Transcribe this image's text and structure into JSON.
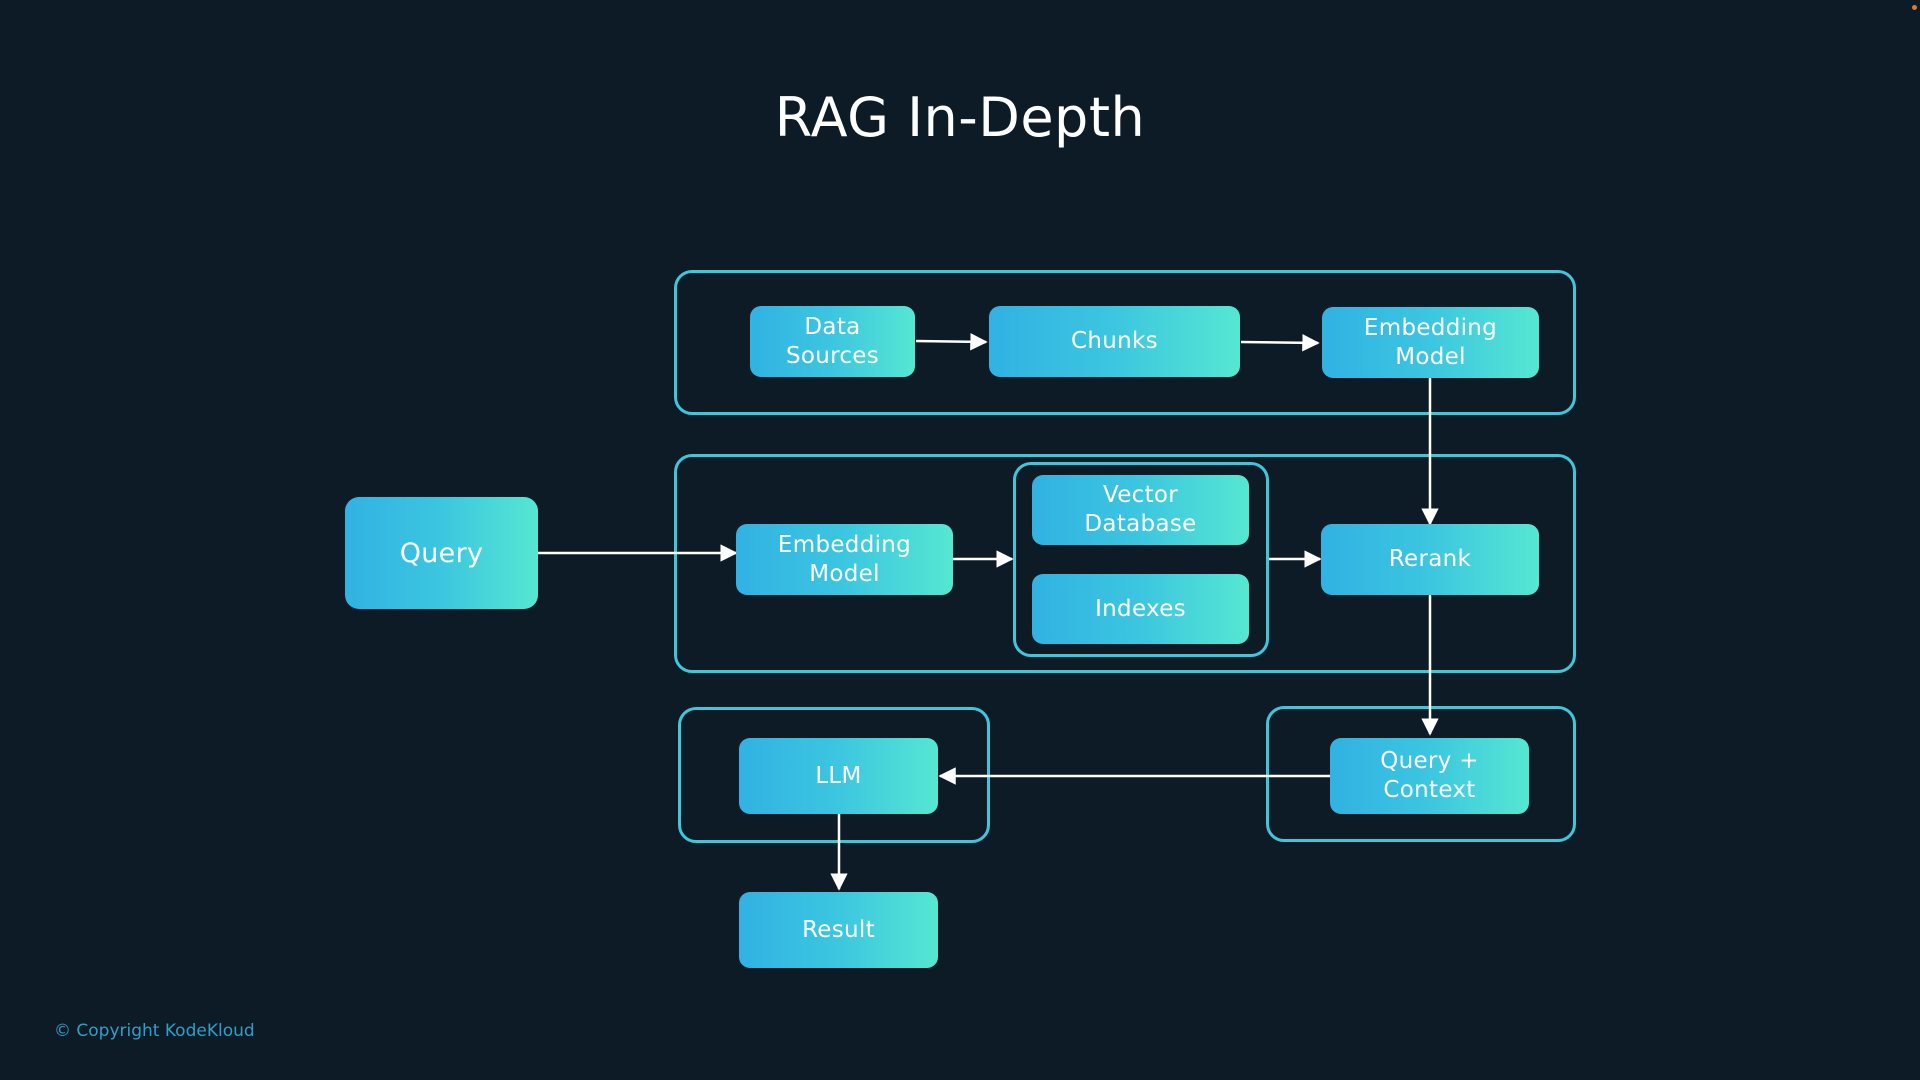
{
  "slide": {
    "title": "RAG In-Depth",
    "copyright": "© Copyright KodeKloud"
  },
  "colors": {
    "background": "#0c1b26",
    "group_border": "#3fc6da",
    "node_gradient_start": "#31b2e3",
    "node_gradient_end": "#56e7d2",
    "connector": "#ffffff",
    "copyright_text": "#2f9fc9"
  },
  "diagram": {
    "nodes": {
      "data_sources": "Data\nSources",
      "chunks": "Chunks",
      "embedding_model_ingest": "Embedding\nModel",
      "query": "Query",
      "embedding_model_query": "Embedding\nModel",
      "vector_database": "Vector\nDatabase",
      "indexes": "Indexes",
      "rerank": "Rerank",
      "llm": "LLM",
      "query_context": "Query +\nContext",
      "result": "Result"
    },
    "edges": [
      {
        "from": "data_sources",
        "to": "chunks"
      },
      {
        "from": "chunks",
        "to": "embedding_model_ingest"
      },
      {
        "from": "embedding_model_ingest",
        "to": "rerank"
      },
      {
        "from": "query",
        "to": "embedding_model_query"
      },
      {
        "from": "embedding_model_query",
        "to": "vector_database"
      },
      {
        "from": "vector_database",
        "to": "rerank"
      },
      {
        "from": "rerank",
        "to": "query_context"
      },
      {
        "from": "query_context",
        "to": "llm"
      },
      {
        "from": "llm",
        "to": "result"
      }
    ]
  }
}
